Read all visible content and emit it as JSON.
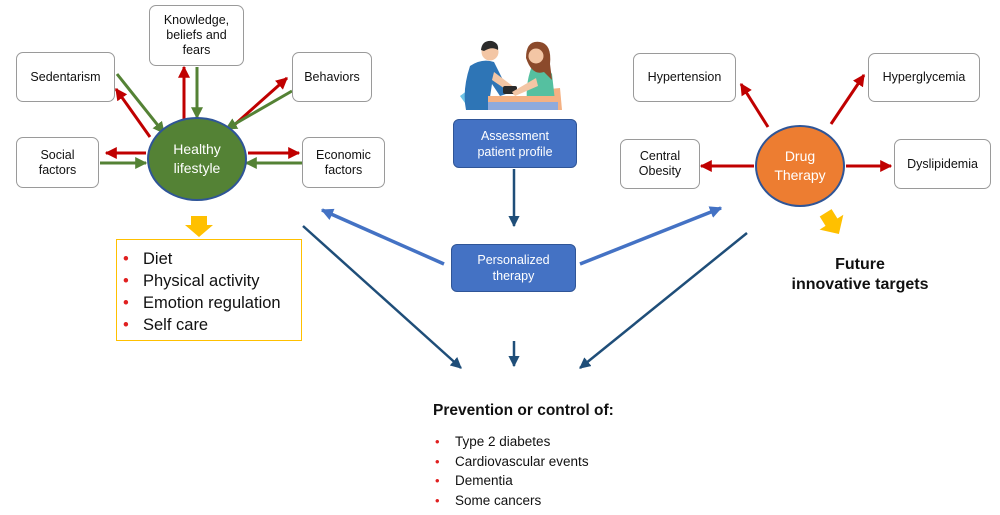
{
  "healthy_lifestyle": {
    "center_label": "Healthy\nlifestyle",
    "factors": {
      "sedentarism": "Sedentarism",
      "knowledge": "Knowledge,\nbeliefs and\nfears",
      "behaviors": "Behaviors",
      "social": "Social\nfactors",
      "economic": "Economic\nfactors"
    },
    "items": [
      "Diet",
      "Physical activity",
      "Emotion regulation",
      "Self care"
    ]
  },
  "center": {
    "assessment": "Assessment\npatient profile",
    "personalized": "Personalized\ntherapy"
  },
  "drug_therapy": {
    "center_label": "Drug\nTherapy",
    "targets": {
      "hypertension": "Hypertension",
      "hyperglycemia": "Hyperglycemia",
      "central_obesity": "Central\nObesity",
      "dyslipidemia": "Dyslipidemia"
    },
    "future": "Future\ninnovative targets"
  },
  "prevention": {
    "title": "Prevention or control of:",
    "items": [
      "Type 2 diabetes",
      "Cardiovascular events",
      "Dementia",
      "Some cancers"
    ]
  },
  "colors": {
    "lifestyle_green": "#548235",
    "drug_orange": "#ed7d31",
    "box_blue": "#4472c4",
    "arrow_red": "#c00000",
    "arrow_green": "#548235",
    "arrow_blue": "#4472c4",
    "arrow_navy": "#1f4e79",
    "highlight_yellow": "#ffc000"
  }
}
